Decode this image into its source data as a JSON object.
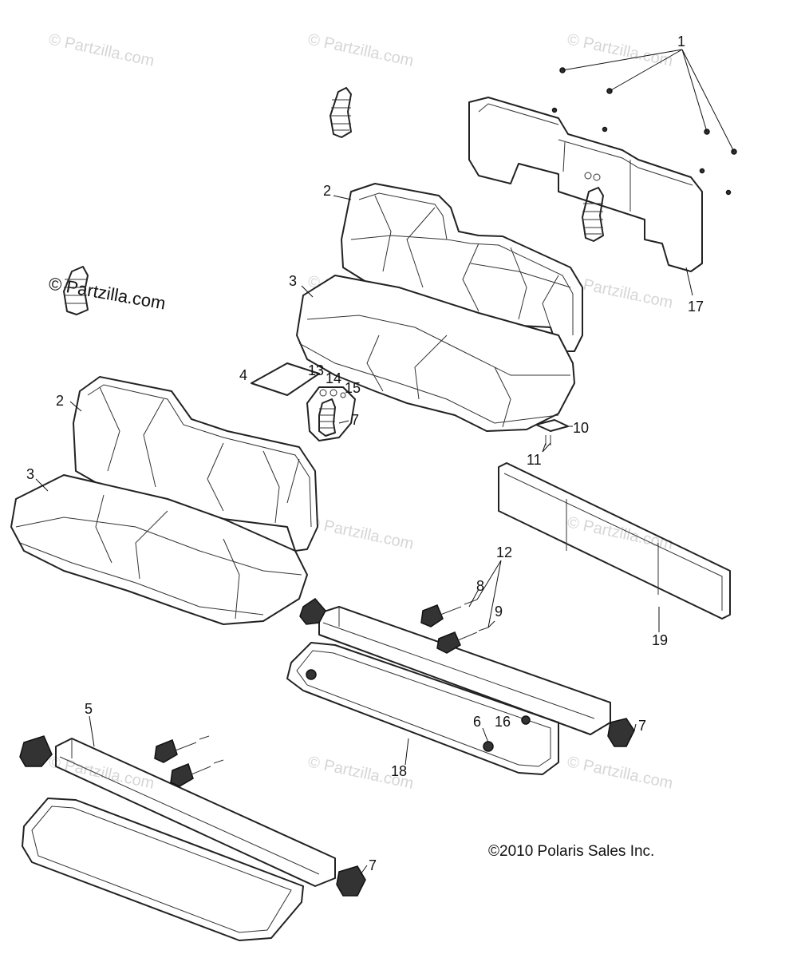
{
  "watermark": "© Partzilla.com",
  "copyright": "©2010 Polaris Sales Inc.",
  "callouts": {
    "c1": "1",
    "c2a": "2",
    "c2b": "2",
    "c3a": "3",
    "c3b": "3",
    "c4": "4",
    "c5": "5",
    "c6": "6",
    "c7a": "7",
    "c7b": "7",
    "c7c": "7",
    "c8": "8",
    "c9": "9",
    "c10": "10",
    "c11": "11",
    "c12": "12",
    "c13": "13",
    "c14": "14",
    "c15": "15",
    "c16": "16",
    "c17": "17",
    "c18": "18",
    "c19": "19"
  }
}
